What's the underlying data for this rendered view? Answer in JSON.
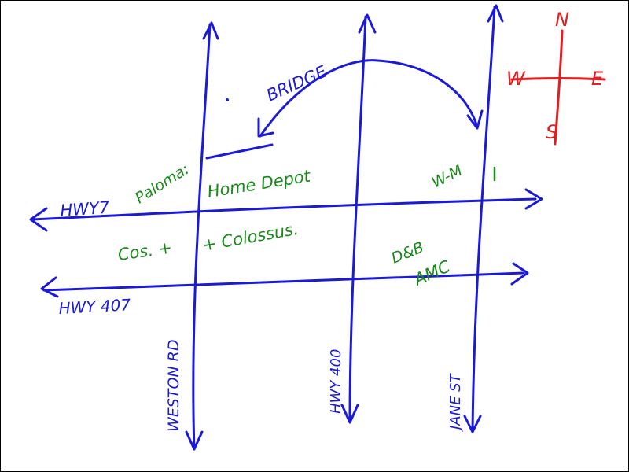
{
  "roads": {
    "hwy7": "HWY7",
    "hwy407": "HWY 407",
    "weston": "WESTON RD",
    "hwy400": "HWY 400",
    "jane": "JANE ST"
  },
  "bridge_label": "BRIDGE",
  "places": {
    "paloma": "Paloma:",
    "home_depot": "Home Depot",
    "walmart": "W-M",
    "costco": "Cos. +",
    "colossus": "+ Colossus.",
    "dnb": "D&B",
    "amc": "AMC"
  },
  "compass": {
    "n": "N",
    "s": "S",
    "e": "E",
    "w": "W"
  },
  "colors": {
    "roads": "#1a1ad8",
    "places": "#1a8a1a",
    "compass": "#e02020"
  }
}
